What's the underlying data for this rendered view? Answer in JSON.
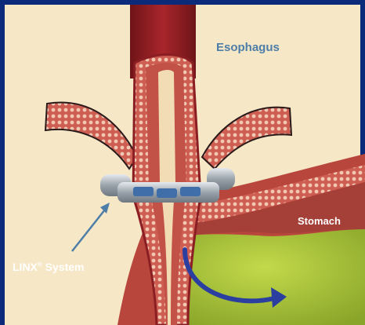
{
  "labels": {
    "esophagus": "Esophagus",
    "stomach": "Stomach",
    "linx_name": "LINX",
    "linx_reg": "®",
    "linx_suffix": " System"
  },
  "colors": {
    "frame": "#0b2a7a",
    "background": "#f6e7c6",
    "esophagus_outer": "#8a1e22",
    "muscle": "#c25248",
    "lining": "#f1dcb6",
    "stomach_contents": "#a7c23a",
    "arrow": "#2a3fa0",
    "label_blue": "#4d7ea8",
    "label_white": "#ffffff",
    "device": "#aab1b8"
  }
}
